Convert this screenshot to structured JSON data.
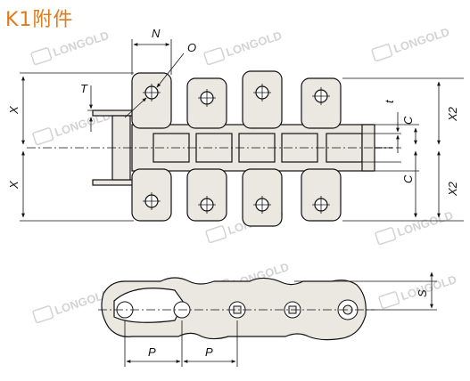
{
  "title": "K1附件",
  "watermark": {
    "brand": "LONGOLD",
    "logo": "GD"
  },
  "labels": {
    "N": "N",
    "O": "O",
    "T": "T",
    "X": "X",
    "t": "t",
    "C": "C",
    "X2": "X2",
    "S": "S",
    "P": "P"
  },
  "colors": {
    "title": "#e07b1a",
    "line": "#111111",
    "plate": "#ebe8e2",
    "watermark": "#cfcfcf"
  }
}
